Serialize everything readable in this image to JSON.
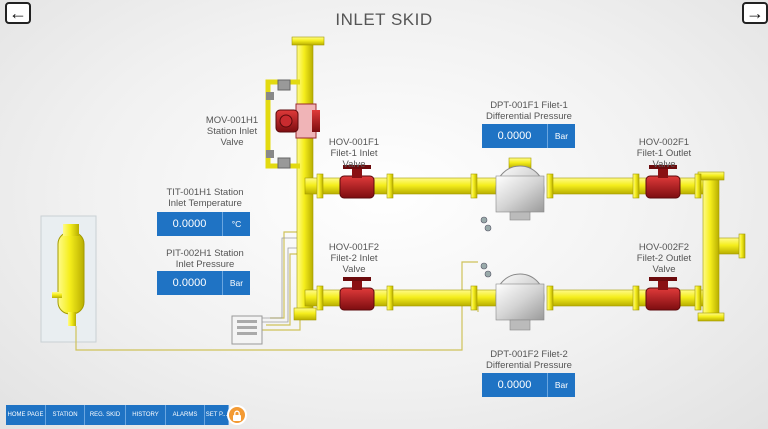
{
  "header": {
    "title": "INLET SKID"
  },
  "nav": {
    "back_label": "←",
    "forward_label": "→"
  },
  "valves": {
    "mov_001h1": "MOV-001H1\nStation Inlet\nValve",
    "hov_001f1": "HOV-001F1\nFilet-1 Inlet\nValve",
    "hov_002f1": "HOV-002F1\nFilet-1 Outlet\nValve",
    "hov_001f2": "HOV-001F2\nFilet-2 Inlet\nValve",
    "hov_002f2": "HOV-002F2\nFilet-2 Outlet\nValve"
  },
  "instruments": {
    "tit": {
      "label": "TIT-001H1 Station\nInlet Temperature",
      "value": "0.0000",
      "unit": "°C"
    },
    "pit": {
      "label": "PIT-002H1 Station\nInlet Pressure",
      "value": "0.0000",
      "unit": "Bar"
    },
    "dpt_f1": {
      "label": "DPT-001F1 Filet-1\nDifferential Pressure",
      "value": "0.0000",
      "unit": "Bar"
    },
    "dpt_f2": {
      "label": "DPT-001F2 Filet-2\nDifferential Pressure",
      "value": "0.0000",
      "unit": "Bar"
    }
  },
  "bottom_nav": [
    "HOME PAGE",
    "STATION",
    "REG. SKID",
    "HISTORY",
    "ALARMS",
    "SET P..."
  ],
  "colors": {
    "pipe": "#f2ea1f",
    "valve": "#b3151b",
    "display": "#1f73c4",
    "lock": "#f39a33"
  },
  "icons": {
    "back": "arrow-left-icon",
    "forward": "arrow-right-icon",
    "lock": "lock-icon"
  }
}
